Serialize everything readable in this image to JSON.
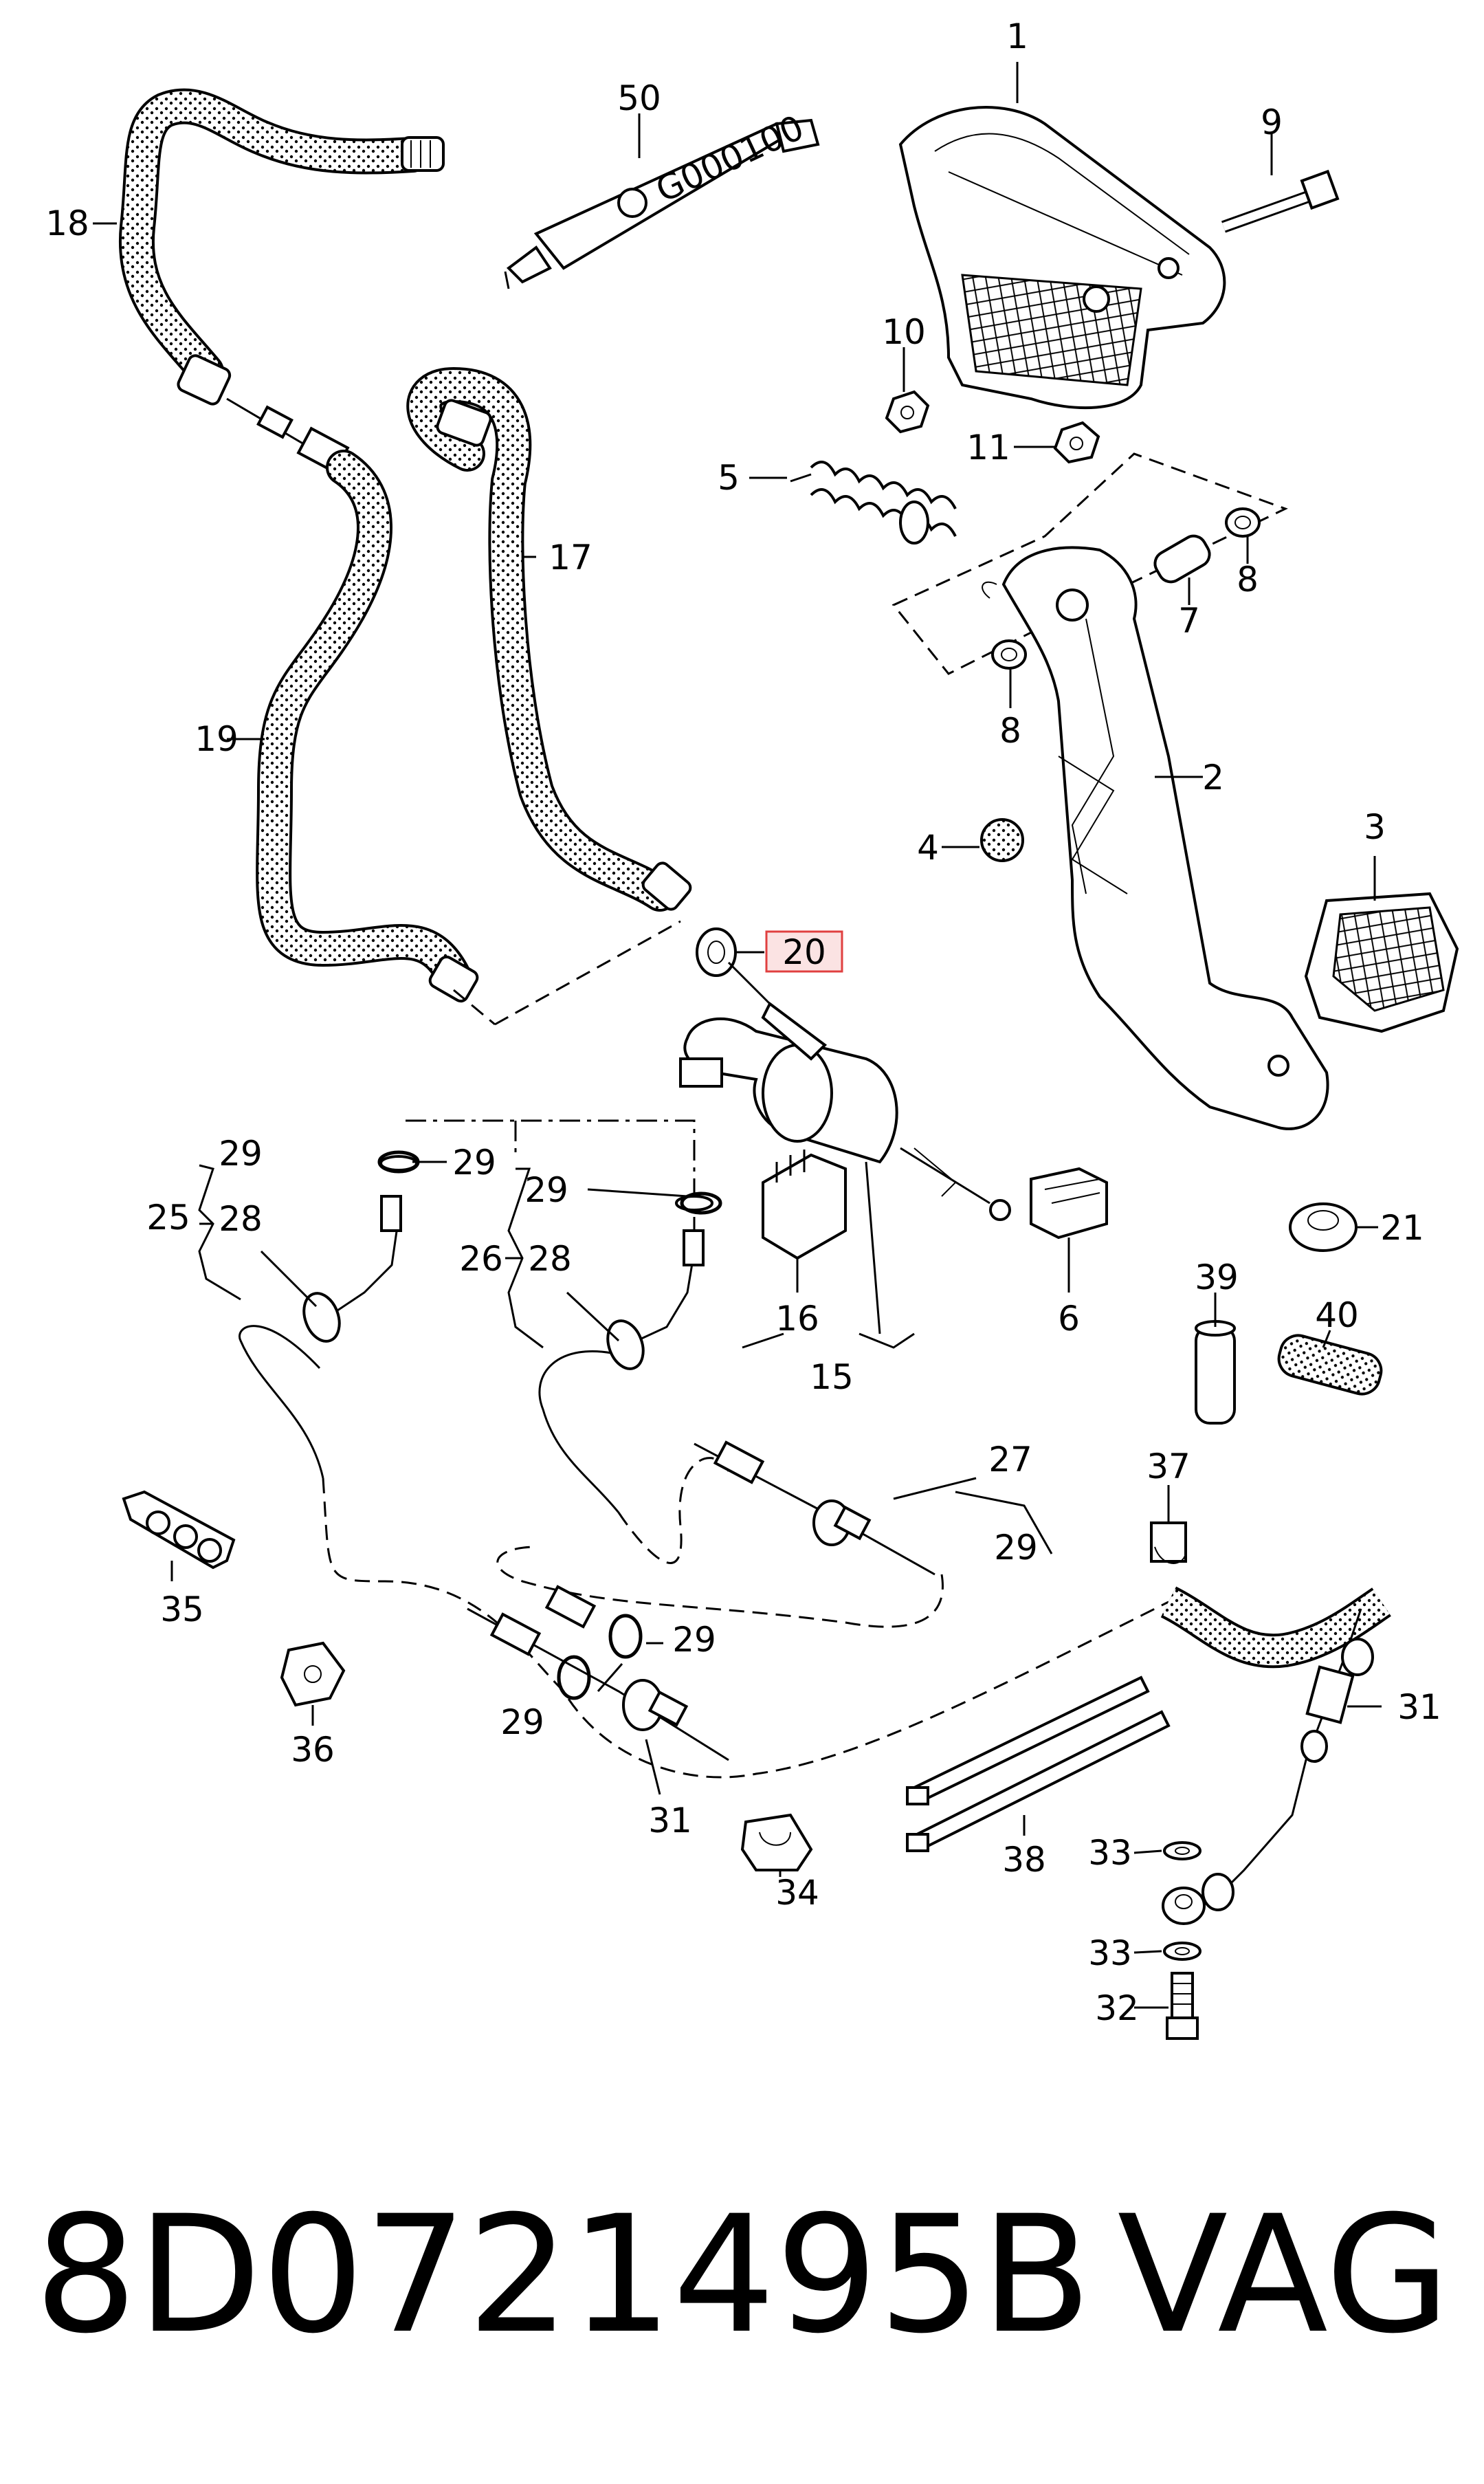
{
  "callouts": [
    {
      "id": "c1",
      "text": "1"
    },
    {
      "id": "c9",
      "text": "9"
    },
    {
      "id": "c50",
      "text": "50"
    },
    {
      "id": "c18",
      "text": "18"
    },
    {
      "id": "c10",
      "text": "10"
    },
    {
      "id": "c11",
      "text": "11"
    },
    {
      "id": "c5",
      "text": "5"
    },
    {
      "id": "c17",
      "text": "17"
    },
    {
      "id": "c8a",
      "text": "8"
    },
    {
      "id": "c7",
      "text": "7"
    },
    {
      "id": "c8b",
      "text": "8"
    },
    {
      "id": "c19",
      "text": "19"
    },
    {
      "id": "c2",
      "text": "2"
    },
    {
      "id": "c3",
      "text": "3"
    },
    {
      "id": "c4",
      "text": "4"
    },
    {
      "id": "c20",
      "text": "20"
    },
    {
      "id": "c29a",
      "text": "29"
    },
    {
      "id": "c29b",
      "text": "29"
    },
    {
      "id": "c25",
      "text": "25"
    },
    {
      "id": "c28a",
      "text": "28"
    },
    {
      "id": "c29c",
      "text": "29"
    },
    {
      "id": "c26",
      "text": "26"
    },
    {
      "id": "c28b",
      "text": "28"
    },
    {
      "id": "c21",
      "text": "21"
    },
    {
      "id": "c16",
      "text": "16"
    },
    {
      "id": "c6",
      "text": "6"
    },
    {
      "id": "c15",
      "text": "15"
    },
    {
      "id": "c39",
      "text": "39"
    },
    {
      "id": "c40",
      "text": "40"
    },
    {
      "id": "c27",
      "text": "27"
    },
    {
      "id": "c37",
      "text": "37"
    },
    {
      "id": "c29d",
      "text": "29"
    },
    {
      "id": "c35",
      "text": "35"
    },
    {
      "id": "c29e",
      "text": "29"
    },
    {
      "id": "c31a",
      "text": "31"
    },
    {
      "id": "c29f",
      "text": "29"
    },
    {
      "id": "c36",
      "text": "36"
    },
    {
      "id": "c31b",
      "text": "31"
    },
    {
      "id": "c38",
      "text": "38"
    },
    {
      "id": "c34",
      "text": "34"
    },
    {
      "id": "c33a",
      "text": "33"
    },
    {
      "id": "c33b",
      "text": "33"
    },
    {
      "id": "c32",
      "text": "32"
    }
  ],
  "tube_marking": "G000100",
  "highlighted_callout": "20",
  "highlight_color": "#e04040",
  "footer": {
    "part_number": "8D0721495B",
    "brand": "VAG"
  }
}
